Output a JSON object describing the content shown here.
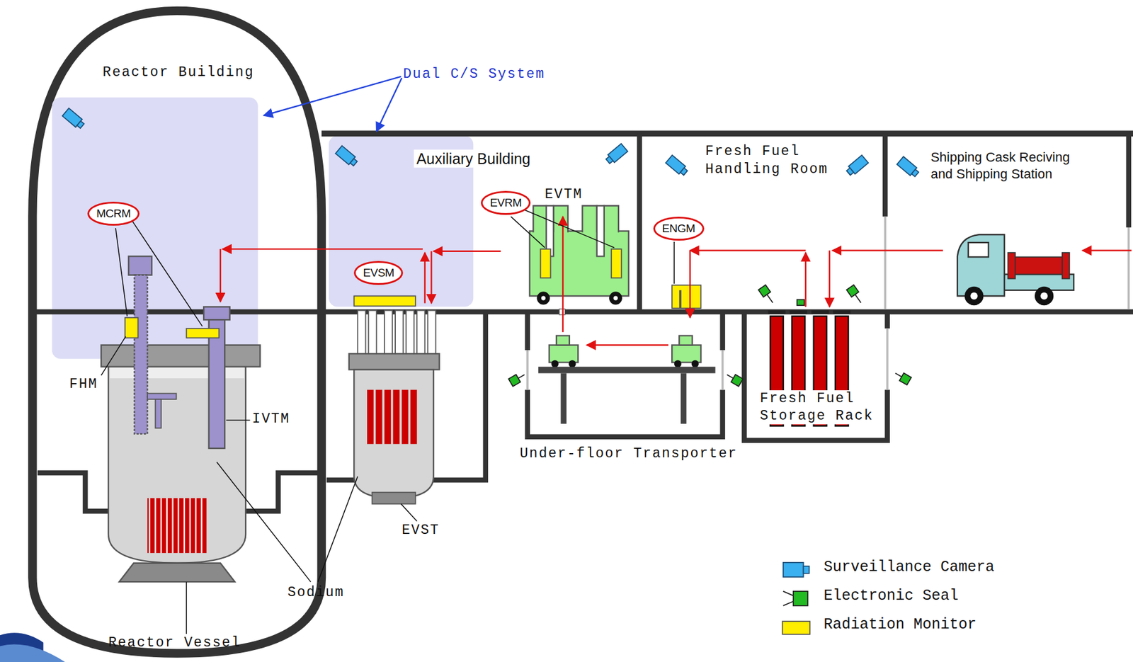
{
  "diagram": {
    "nodes": [
      {
        "text": [
          "Reactor Building"
        ]
      },
      {
        "text": [
          "MCRM"
        ],
        "in": 0
      },
      {
        "text": [
          "Auxiliary Building"
        ]
      },
      {
        "text": [
          "EVSM"
        ],
        "in": 2
      },
      {
        "text": [
          "EVRM"
        ],
        "in": 2
      },
      {
        "text": [
          "Fresh Fuel Handling Room"
        ]
      },
      {
        "text": [
          "ENGM"
        ],
        "in": 5
      },
      {
        "text": [
          "Shipping Cask Reciving and Shipping Station"
        ]
      }
    ],
    "labels": [
      "Dual C/S System",
      "EVTM",
      "FHM",
      "IVTM",
      "Fresh Fuel Storage Rack",
      "Under-floor Transporter",
      "EVST",
      "Sodium",
      "Reactor Vessel"
    ],
    "legend": [
      {
        "text": "Surveillance Camera",
        "color": "#3ab0f0"
      },
      {
        "text": "Electronic Seal",
        "color": "#22bb22"
      },
      {
        "text": "Radiation Monitor",
        "color": "#ffee00"
      }
    ]
  }
}
